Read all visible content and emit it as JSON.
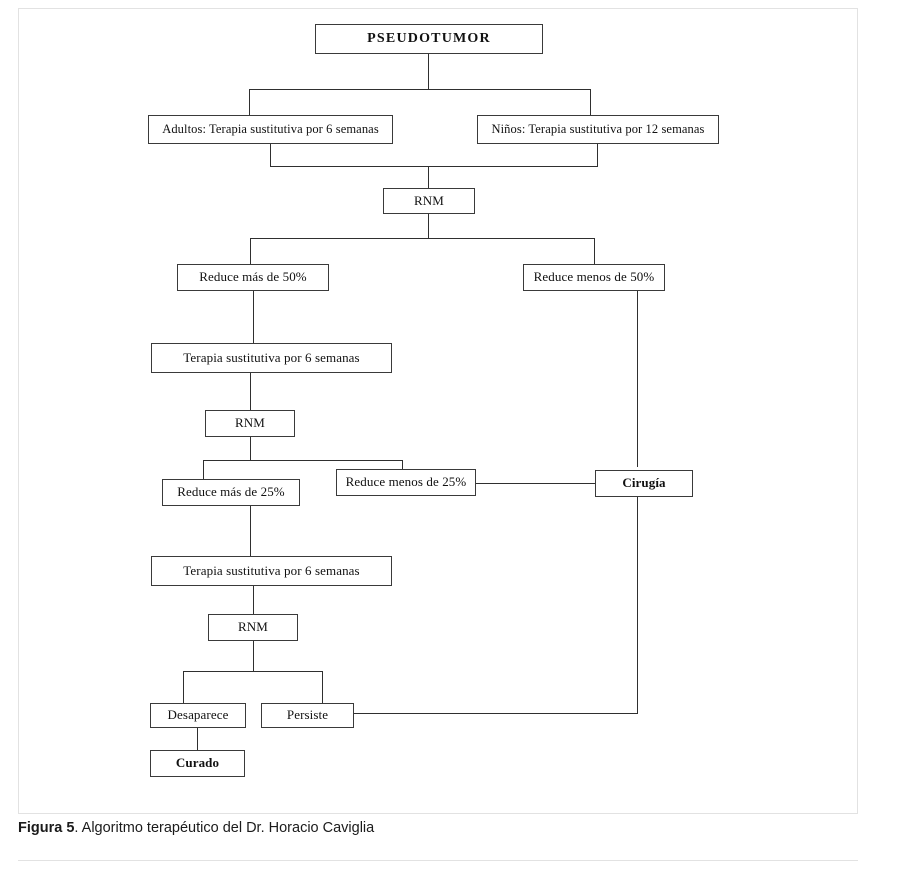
{
  "figure": {
    "caption_lead": "Figura 5",
    "caption_rest": ". Algoritmo terapéutico del Dr. Horacio Caviglia"
  },
  "colors": {
    "box_border": "#3a3a3a",
    "line": "#2f2f2f",
    "frame": "#e2e2e2",
    "text": "#111111",
    "background": "#ffffff"
  },
  "flowchart": {
    "type": "flowchart",
    "title": "PSEUDOTUMOR",
    "nodes": [
      {
        "id": "pseudotumor",
        "label": "PSEUDOTUMOR",
        "style": "bold-title"
      },
      {
        "id": "adultos",
        "label": "Adultos: Terapia sustitutiva por 6 semanas",
        "style": "normal"
      },
      {
        "id": "ninos",
        "label": "Niños: Terapia sustitutiva por 12 semanas",
        "style": "normal"
      },
      {
        "id": "rnm1",
        "label": "RNM",
        "style": "normal"
      },
      {
        "id": "reduce_mas_50",
        "label": "Reduce más de 50%",
        "style": "normal"
      },
      {
        "id": "reduce_menos_50",
        "label": "Reduce menos de 50%",
        "style": "normal"
      },
      {
        "id": "terapia_6a",
        "label": "Terapia sustitutiva por 6 semanas",
        "style": "normal"
      },
      {
        "id": "rnm2",
        "label": "RNM",
        "style": "normal"
      },
      {
        "id": "reduce_mas_25",
        "label": "Reduce más de 25%",
        "style": "normal"
      },
      {
        "id": "reduce_menos_25",
        "label": "Reduce menos de 25%",
        "style": "normal"
      },
      {
        "id": "cirugia",
        "label": "Cirugía",
        "style": "bold"
      },
      {
        "id": "terapia_6b",
        "label": "Terapia sustitutiva por 6 semanas",
        "style": "normal"
      },
      {
        "id": "rnm3",
        "label": "RNM",
        "style": "normal"
      },
      {
        "id": "desaparece",
        "label": "Desaparece",
        "style": "normal"
      },
      {
        "id": "persiste",
        "label": "Persiste",
        "style": "normal"
      },
      {
        "id": "curado",
        "label": "Curado",
        "style": "bold"
      }
    ],
    "edges": [
      {
        "from": "pseudotumor",
        "to": "adultos"
      },
      {
        "from": "pseudotumor",
        "to": "ninos"
      },
      {
        "from": "adultos",
        "to": "rnm1"
      },
      {
        "from": "ninos",
        "to": "rnm1"
      },
      {
        "from": "rnm1",
        "to": "reduce_mas_50"
      },
      {
        "from": "rnm1",
        "to": "reduce_menos_50"
      },
      {
        "from": "reduce_mas_50",
        "to": "terapia_6a"
      },
      {
        "from": "terapia_6a",
        "to": "rnm2"
      },
      {
        "from": "rnm2",
        "to": "reduce_mas_25"
      },
      {
        "from": "rnm2",
        "to": "reduce_menos_25"
      },
      {
        "from": "reduce_menos_50",
        "to": "cirugia"
      },
      {
        "from": "reduce_menos_25",
        "to": "cirugia"
      },
      {
        "from": "reduce_mas_25",
        "to": "terapia_6b"
      },
      {
        "from": "terapia_6b",
        "to": "rnm3"
      },
      {
        "from": "rnm3",
        "to": "desaparece"
      },
      {
        "from": "rnm3",
        "to": "persiste"
      },
      {
        "from": "desaparece",
        "to": "curado"
      },
      {
        "from": "persiste",
        "to": "cirugia"
      }
    ]
  }
}
